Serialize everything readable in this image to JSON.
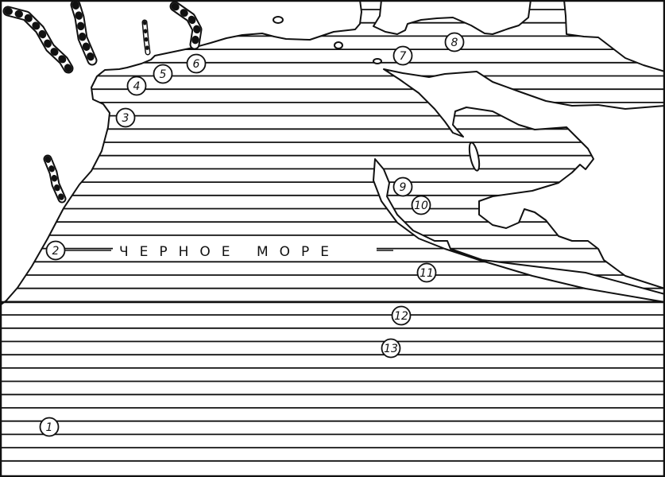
{
  "map": {
    "sea_label": "ЧЕРНОЕ МОРЕ",
    "colors": {
      "ink": "#111111",
      "paper": "#ffffff"
    },
    "markers": [
      {
        "id": "1",
        "label": "1"
      },
      {
        "id": "2",
        "label": "2"
      },
      {
        "id": "3",
        "label": "3"
      },
      {
        "id": "4",
        "label": "4"
      },
      {
        "id": "5",
        "label": "5"
      },
      {
        "id": "6",
        "label": "6"
      },
      {
        "id": "7",
        "label": "7"
      },
      {
        "id": "8",
        "label": "8"
      },
      {
        "id": "9",
        "label": "9"
      },
      {
        "id": "10",
        "label": "10"
      },
      {
        "id": "11",
        "label": "11"
      },
      {
        "id": "12",
        "label": "12"
      },
      {
        "id": "13",
        "label": "13"
      }
    ]
  }
}
